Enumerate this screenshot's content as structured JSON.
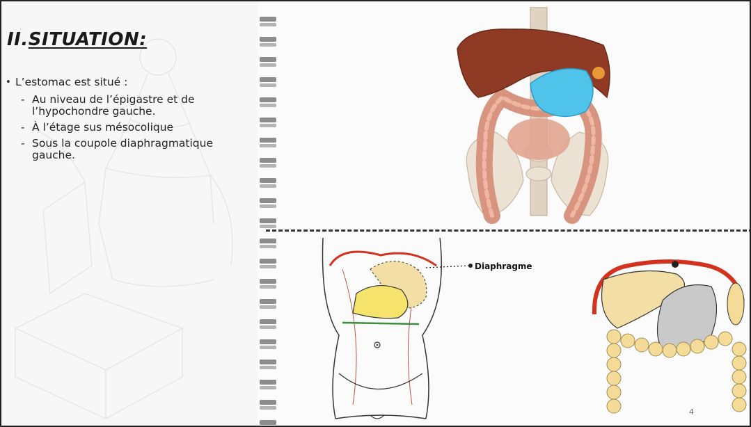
{
  "slide": {
    "title_prefix": "II.",
    "title_main": "SITUATION:",
    "intro_bullet": "L’estomac est situé :",
    "sub_items": [
      "Au niveau de l’épigastre et de l’hypochondre gauche.",
      "À l’étage sus mésocolique",
      "Sous la coupole diaphragmatique gauche."
    ],
    "bullet_mark": "•",
    "dash_mark": "-",
    "diaphragm_label": "Diaphragme",
    "page_number": "4"
  },
  "colors": {
    "liver": "#8e3a24",
    "stomach_3d": "#4fc3ea",
    "colon": "#d89680",
    "bone": "#e9ddcc",
    "diaphragm_line": "#d2331f",
    "stomach_sketch": "#f6e36c",
    "liver_sketch": "#f3dfa6",
    "colon_sketch": "#f4dc98",
    "gray_organ": "#c9c9c9",
    "green_line": "#3a8f3a"
  }
}
